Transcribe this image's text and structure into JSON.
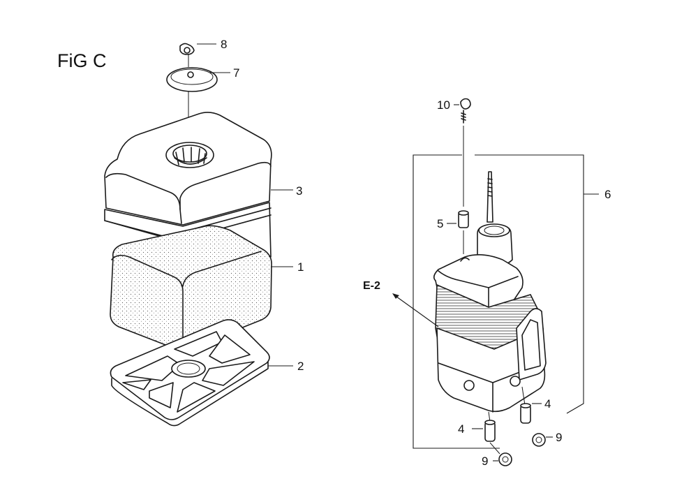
{
  "figure": {
    "title": "FiG C"
  },
  "callouts": {
    "c1": "1",
    "c2": "2",
    "c3": "3",
    "c4a": "4",
    "c4b": "4",
    "c5": "5",
    "c6": "6",
    "c7": "7",
    "c8": "8",
    "c9a": "9",
    "c9b": "9",
    "c10": "10",
    "ref": "E-2"
  },
  "colors": {
    "line": "#1a1a1a",
    "background": "#ffffff"
  }
}
